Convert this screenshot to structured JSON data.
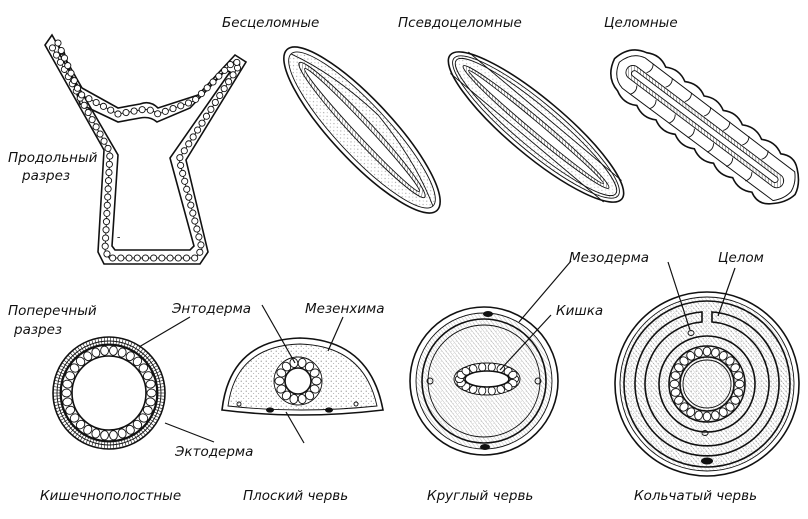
{
  "labels": {
    "acoelomate": "Бесцеломные",
    "pseudocoelomate": "Псевдоцеломные",
    "coelomate": "Целомные",
    "longitudinal_1": "Продольный",
    "longitudinal_2": "разрез",
    "transverse_1": "Поперечный",
    "transverse_2": "разрез",
    "endoderm": "Энтодерма",
    "mesenchyme": "Мезенхима",
    "mesoderm": "Мезодерма",
    "coelom": "Целом",
    "gut": "Кишка",
    "ectoderm": "Эктодерма",
    "cnidarians": "Кишечнополостные",
    "flatworm": "Плоский червь",
    "roundworm": "Круглый червь",
    "annelid": "Кольчатый червь"
  },
  "colors": {
    "ink": "#111111",
    "background": "#ffffff"
  }
}
